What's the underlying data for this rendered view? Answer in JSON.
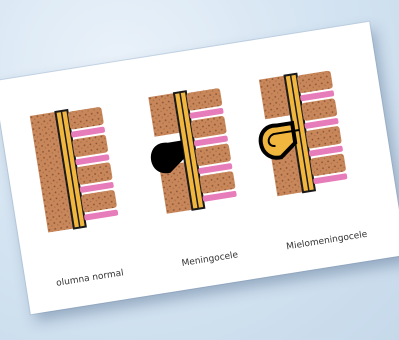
{
  "labels": {
    "normal": "olumna normal",
    "meningocele": "Meningocele",
    "mielomeningocele": "Mielomeningocele"
  },
  "colors": {
    "vertebra": "#c8875a",
    "vertebra_dots": "#8a5232",
    "disc": "#e77cba",
    "canal": "#f1b63d",
    "outline": "#1a1a1a",
    "sac": "#000000"
  }
}
